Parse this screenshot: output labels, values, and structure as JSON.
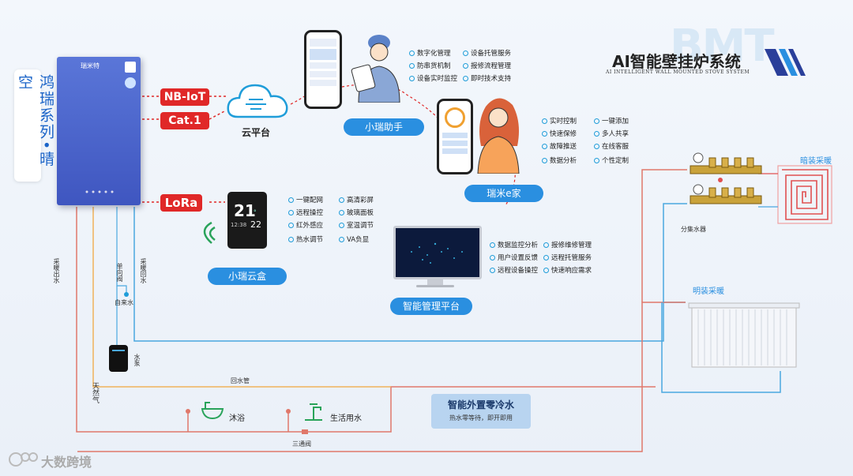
{
  "title": {
    "main": "AI智能壁挂炉系统",
    "sub": "AI INTELLIGENT WALL MOUNTED STOVE SYSTEM",
    "brand_letters": "BMT"
  },
  "series_title": "鸿瑞系列•晴空",
  "boiler": {
    "brand": "瑞米特"
  },
  "connectivity": {
    "nbiot": "NB-IoT",
    "cat1": "Cat.1",
    "lora": "LoRa"
  },
  "cloud": {
    "label": "云平台"
  },
  "assistant": {
    "label": "小瑞助手",
    "features": [
      "数字化管理",
      "设备托管服务",
      "防串货机制",
      "报修流程管理",
      "设备实时监控",
      "即时技术支持"
    ]
  },
  "home_app": {
    "label": "瑞米e家",
    "features": [
      "实时控制",
      "一键添加",
      "快速保修",
      "多人共享",
      "故障推送",
      "在线客服",
      "数据分析",
      "个性定制"
    ]
  },
  "cloud_box": {
    "label": "小瑞云盒",
    "display_temp_large": "21",
    "display_temp_small": "22",
    "display_time": "12:38",
    "features": [
      "一键配网",
      "高清彩屏",
      "远程操控",
      "玻璃面板",
      "红外感应",
      "室温调节",
      "热水调节",
      "VA负显"
    ]
  },
  "mgmt_platform": {
    "label": "智能管理平台",
    "features": [
      "数据监控分析",
      "报修维修管理",
      "用户设置反馈",
      "远程托管服务",
      "远程设备操控",
      "快速响应需求"
    ]
  },
  "heating": {
    "floor_label": "暗装采暖",
    "manifold_label": "分集水器",
    "radiator_label": "明装采暖"
  },
  "pipes": {
    "supply_out": "采暖出水",
    "check_valve": "单向阀",
    "supply_return": "采暖回水",
    "tap_water": "自来水",
    "pump": "水泵",
    "gas": "天然气",
    "return_pipe": "回水管",
    "three_way_valve": "三通阀",
    "shower": "沐浴",
    "domestic_water": "生活用水"
  },
  "zero_cold": {
    "title": "智能外置零冷水",
    "subtitle": "热水零等待，即开即用"
  },
  "watermark": "大数跨境",
  "colors": {
    "accent_blue": "#2a8fe0",
    "red_tag": "#e02828",
    "boiler_blue": "#4a64c8",
    "pipe_orange": "#f0b25a",
    "pipe_red": "#e0786a",
    "pipe_blue": "#4aa8e0"
  }
}
